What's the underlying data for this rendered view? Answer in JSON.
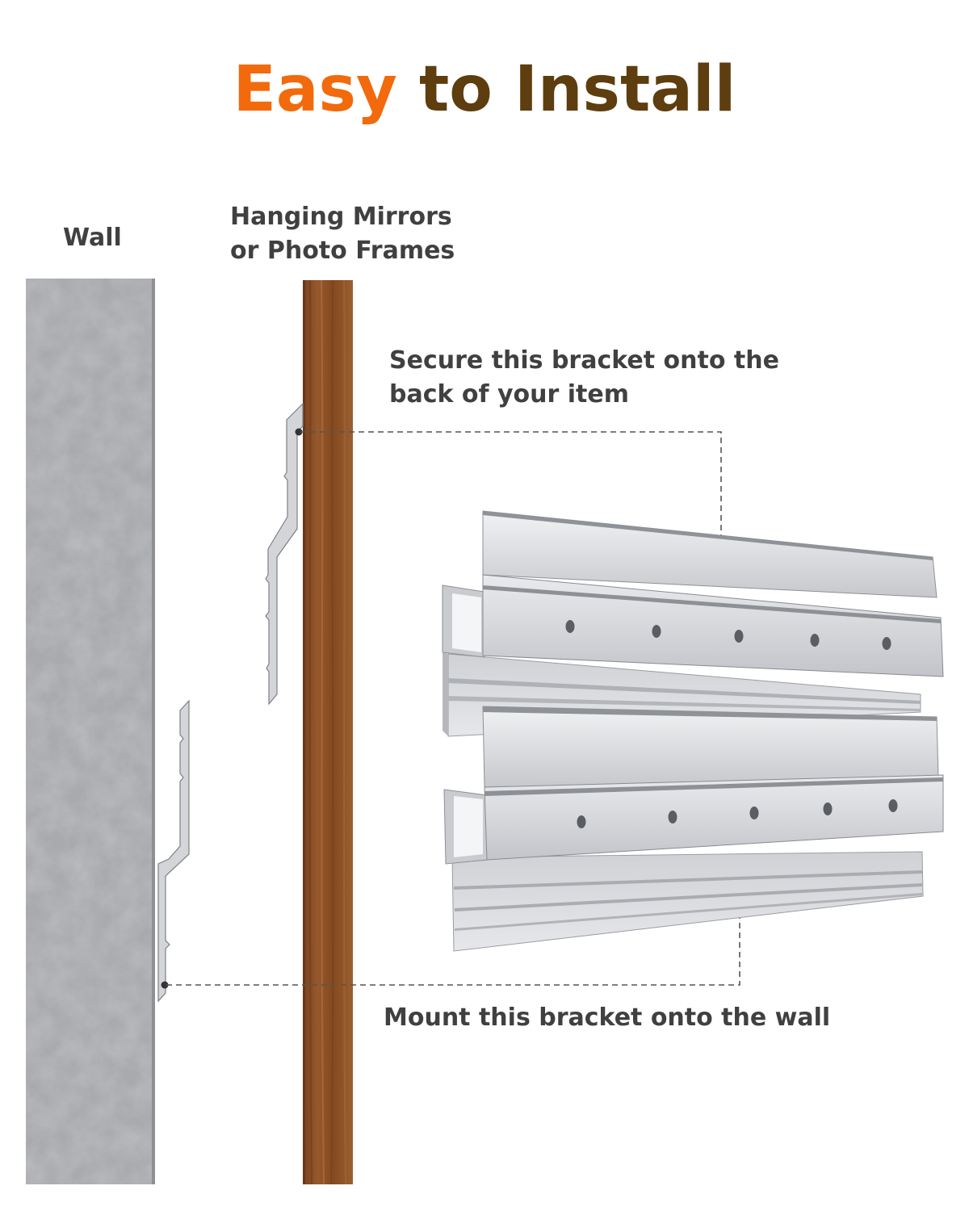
{
  "title": {
    "accent": "Easy",
    "rest": " to Install",
    "accent_color": "#f26a0c",
    "rest_color": "#5e3d0e"
  },
  "labels": {
    "wall": "Wall",
    "hanging_line1": "Hanging Mirrors",
    "hanging_line2": "or Photo Frames",
    "secure_line1": "Secure this bracket onto the",
    "secure_line2": "back of your item",
    "mount": "Mount this bracket onto the wall"
  },
  "colors": {
    "wall": "#a9abae",
    "wood": "#8a4f25",
    "bracket": "#d2d4d8",
    "text": "#404040"
  }
}
